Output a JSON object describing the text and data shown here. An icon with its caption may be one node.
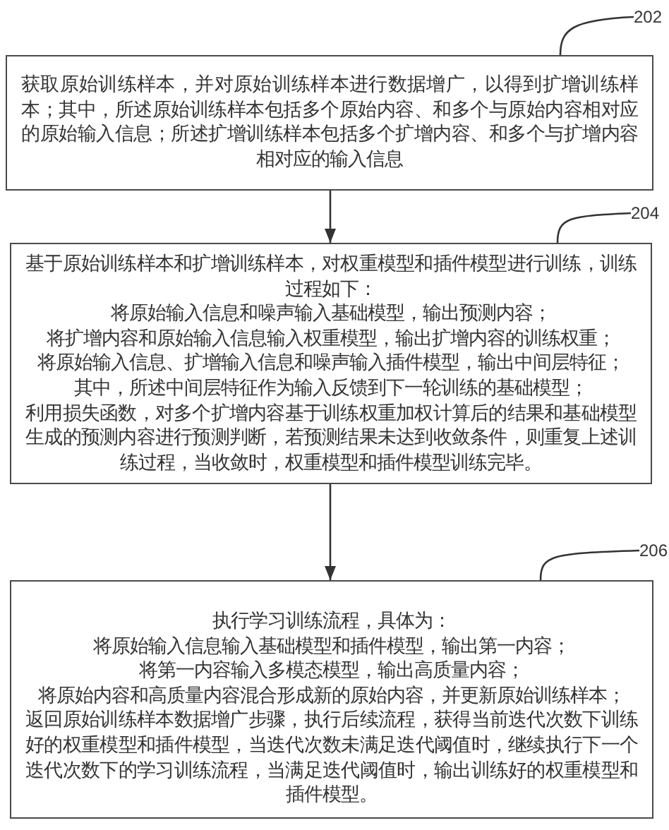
{
  "diagram": {
    "nodes": [
      {
        "text": [
          "202"
        ]
      },
      {
        "text": [
          "获取原始训练样本，并对原始训练样本进行数据增广，以得到扩增训练样本；其中，所述原始训练样本包括多个原始内容、和多个与原始内容相对应的原始输入信息；所述扩增训练样本包括多个扩增内容、和多个与扩增内容相对应的输入信息"
        ]
      },
      {
        "text": [
          "204"
        ]
      },
      {
        "text": [
          "基于原始训练样本和扩增训练样本，对权重模型和插件模型进行训练，训练过程如下：",
          "将原始输入信息和噪声输入基础模型，输出预测内容；",
          "将扩增内容和原始输入信息输入权重模型，输出扩增内容的训练权重；",
          "将原始输入信息、扩增输入信息和噪声输入插件模型，输出中间层特征；",
          "其中，所述中间层特征作为输入反馈到下一轮训练的基础模型；",
          "利用损失函数，对多个扩增内容基于训练权重加权计算后的结果和基础模型生成的预测内容进行预测判断，若预测结果未达到收敛条件，则重复上述训练过程，当收敛时，权重模型和插件模型训练完毕。"
        ]
      },
      {
        "text": [
          "206"
        ]
      },
      {
        "text": [
          "执行学习训练流程，具体为：",
          "将原始输入信息输入基础模型和插件模型，输出第一内容；",
          "将第一内容输入多模态模型，输出高质量内容；",
          "将原始内容和高质量内容混合形成新的原始内容，并更新原始训练样本；",
          "返回原始训练样本数据增广步骤，执行后续流程，获得当前迭代次数下训练好的权重模型和插件模型，当迭代次数未满足迭代阈值时，继续执行下一个迭代次数下的学习训练流程，当满足迭代阈值时，输出训练好的权重模型和插件模型。"
        ]
      }
    ],
    "edges": [
      {
        "from": 1,
        "to": 3,
        "arrow": "to"
      },
      {
        "from": 3,
        "to": 5,
        "arrow": "to"
      },
      {
        "from": 0,
        "to": 1,
        "arrow": "none"
      },
      {
        "from": 2,
        "to": 3,
        "arrow": "none"
      },
      {
        "from": 4,
        "to": 5,
        "arrow": "none"
      }
    ]
  }
}
